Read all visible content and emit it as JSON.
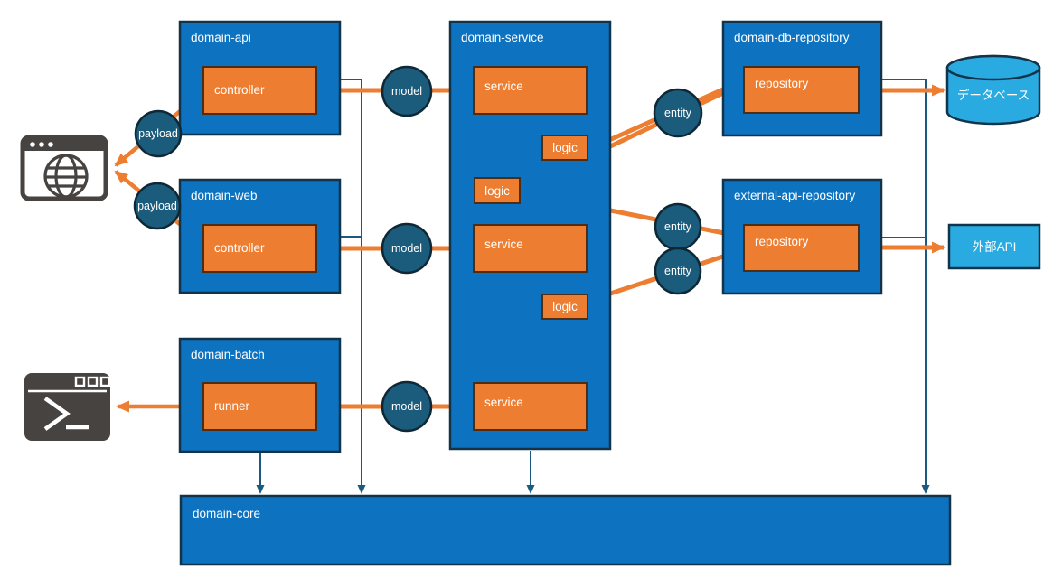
{
  "modules": {
    "domain_api": {
      "title": "domain-api",
      "component": "controller"
    },
    "domain_web": {
      "title": "domain-web",
      "component": "controller"
    },
    "domain_batch": {
      "title": "domain-batch",
      "component": "runner"
    },
    "domain_service": {
      "title": "domain-service",
      "service_top": "service",
      "logic_upper": "logic",
      "logic_mid": "logic",
      "service_mid": "service",
      "logic_lower": "logic",
      "service_bottom": "service"
    },
    "domain_db_repository": {
      "title": "domain-db-repository",
      "component": "repository"
    },
    "external_api_repository": {
      "title": "external-api-repository",
      "component": "repository"
    },
    "domain_core": {
      "title": "domain-core"
    }
  },
  "external_systems": {
    "database": {
      "label": "データベース"
    },
    "external_api": {
      "label": "外部API"
    }
  },
  "connectors": {
    "payload_api": "payload",
    "payload_web": "payload",
    "model_api": "model",
    "model_web": "model",
    "model_batch": "model",
    "entity_db": "entity",
    "entity_external_upper": "entity",
    "entity_external_lower": "entity"
  },
  "icons": {
    "browser": "web-browser-icon",
    "terminal": "terminal-icon"
  },
  "colors": {
    "module_fill": "#0D72BF",
    "module_border": "#12344A",
    "component_fill": "#ED7D31",
    "component_border": "#4D2E14",
    "connector_circle_fill": "#1B5B7B",
    "connector_circle_border": "#0E2836",
    "external_system_fill": "#29ABE2",
    "arrow_orange": "#ED7D31",
    "dependency_line_blue": "#1B5A7E",
    "icon_charcoal": "#474340",
    "text_color": "#FFFFFF",
    "background": "#FFFFFF"
  }
}
